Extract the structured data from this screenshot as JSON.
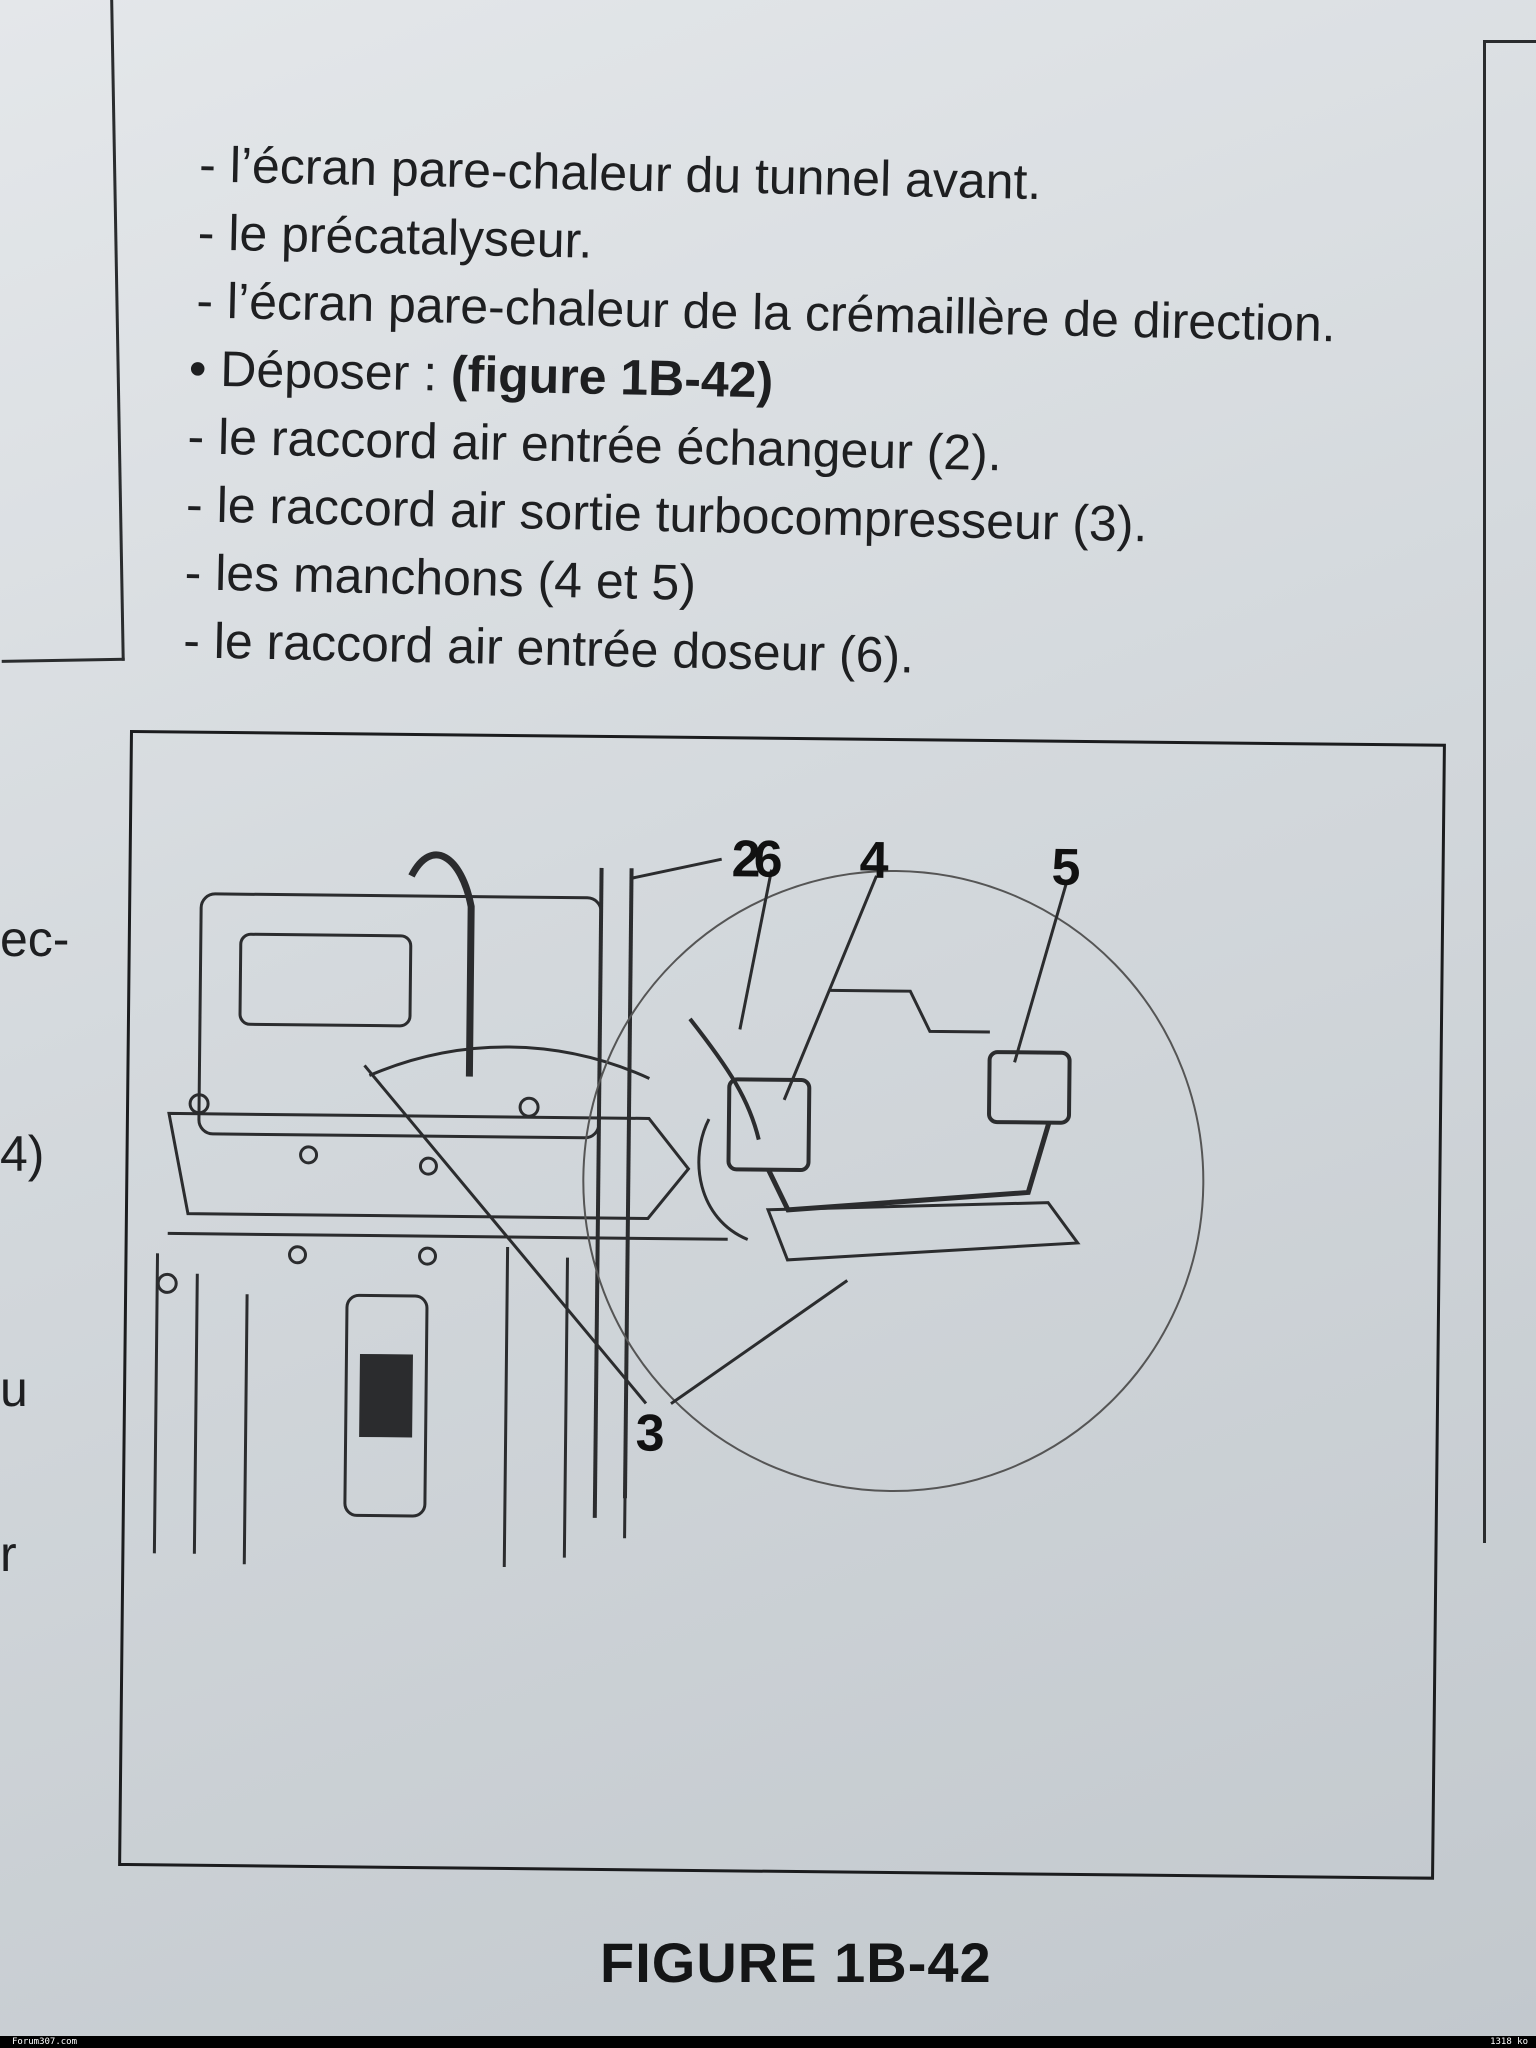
{
  "instructions": [
    "- l’écran pare-chaleur du tunnel avant.",
    "- le précatalyseur.",
    "- l’écran pare-chaleur de la crémaillère de direction."
  ],
  "depose": {
    "prefix": "• Déposer : ",
    "reference": "(figure 1B-42)"
  },
  "depose_items": [
    "- le raccord air entrée échangeur (2).",
    "- le raccord air sortie turbocompresseur (3).",
    "- les manchons (4 et 5)",
    "- le raccord air entrée doseur (6)."
  ],
  "margin_fragments": [
    "ec-",
    "4)",
    "u",
    "r"
  ],
  "figure": {
    "callouts": [
      "2",
      "6",
      "4",
      "5",
      "3"
    ],
    "caption": "FIGURE 1B-42"
  },
  "footer": {
    "left": "Forum307.com",
    "right": "1318 ko"
  }
}
